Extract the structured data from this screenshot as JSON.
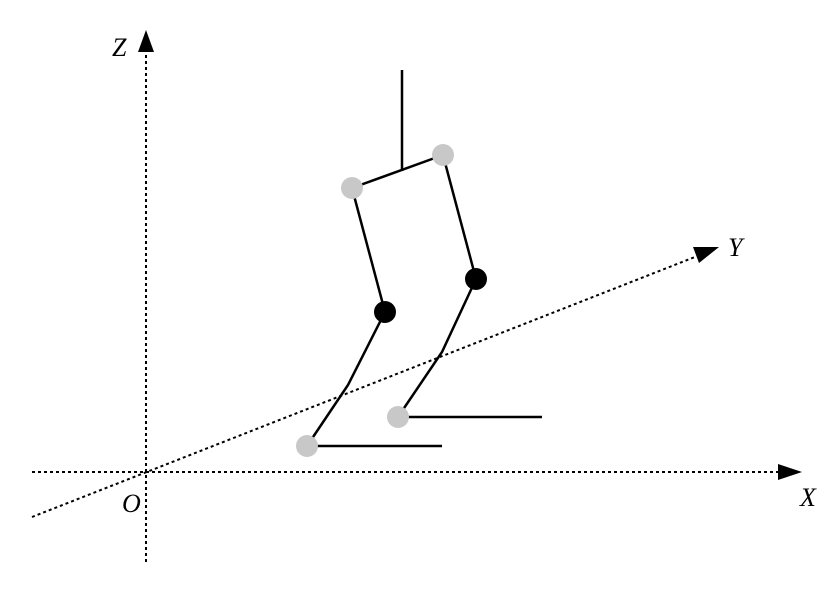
{
  "axes": {
    "x_label": "X",
    "y_label": "Y",
    "z_label": "Z",
    "origin_label": "O"
  },
  "colors": {
    "hip_ankle_joint": "#c8c8c8",
    "knee_joint": "#000000",
    "line": "#000000"
  }
}
